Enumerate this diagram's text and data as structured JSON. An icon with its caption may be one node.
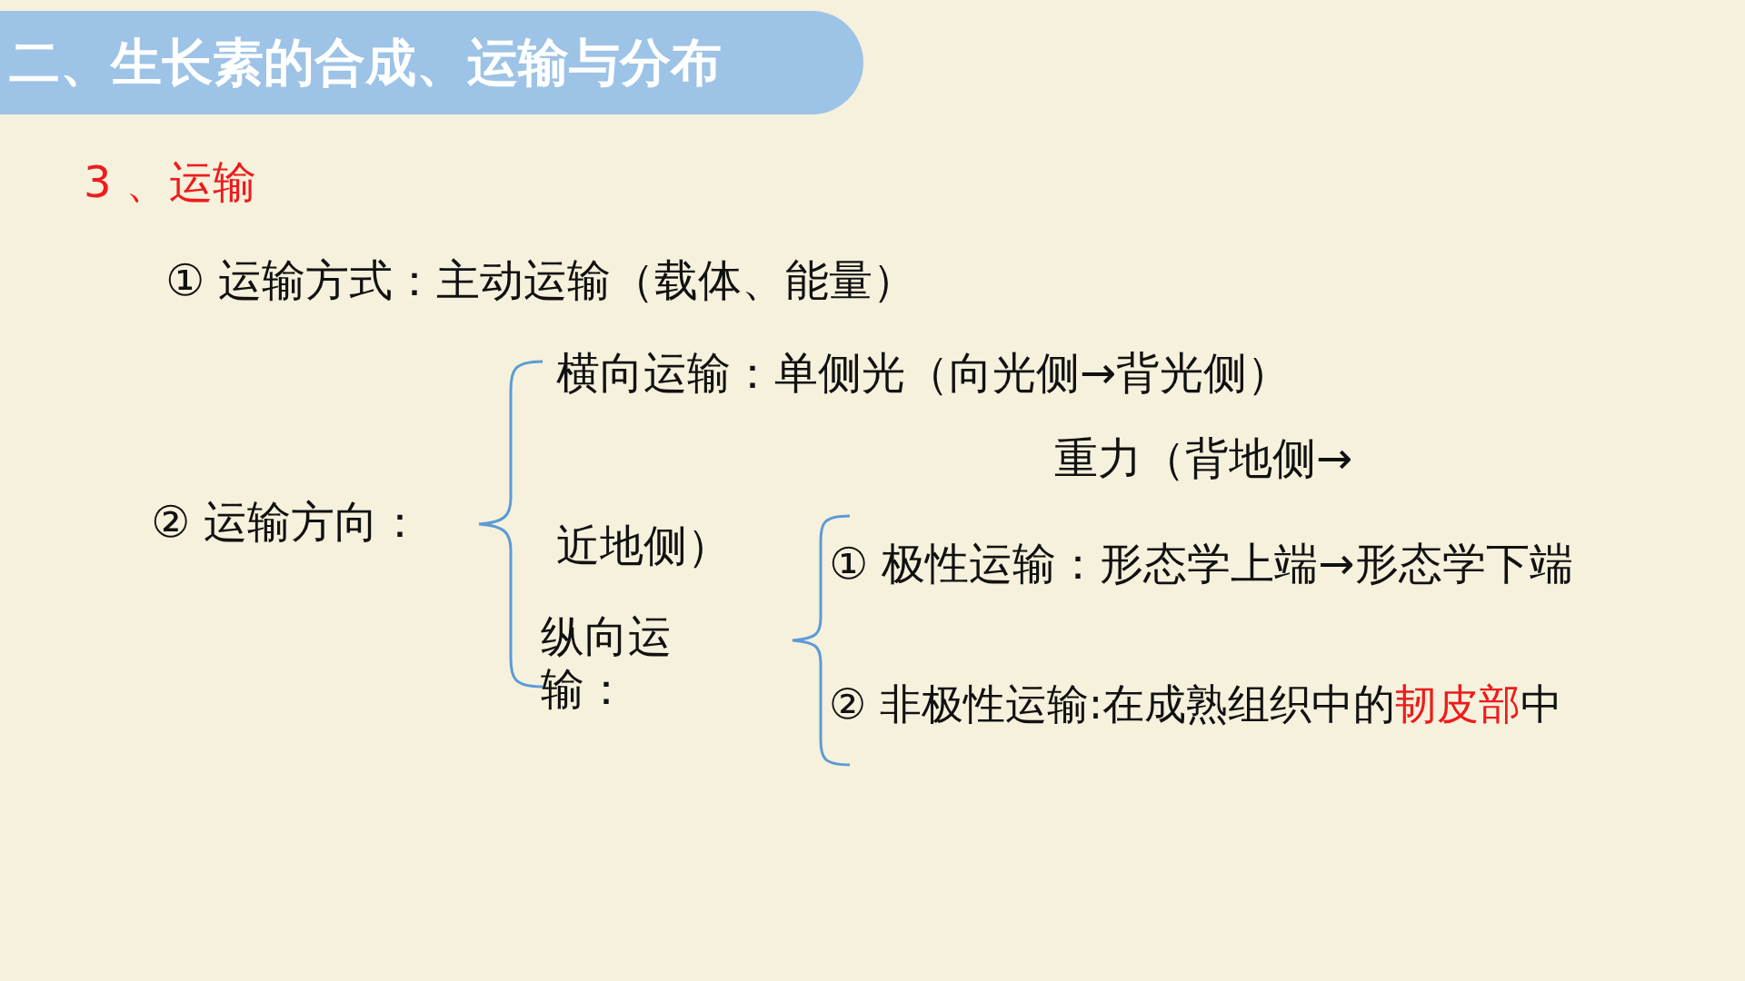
{
  "diagram": {
    "title": "二、生长素的合成、运输与分布",
    "labels": [
      "3 、运输",
      "① 运输方式：主动运输（载体、能量）",
      "② 运输方向：",
      "横向运输：单侧光（向光侧→背光侧）",
      "重力（背地侧→",
      "近地侧）",
      "纵向运输：",
      "① 极性运输：形态学上端→形态学下端",
      "② 非极性运输:在成熟组织中的",
      "韧皮部",
      "中"
    ]
  }
}
